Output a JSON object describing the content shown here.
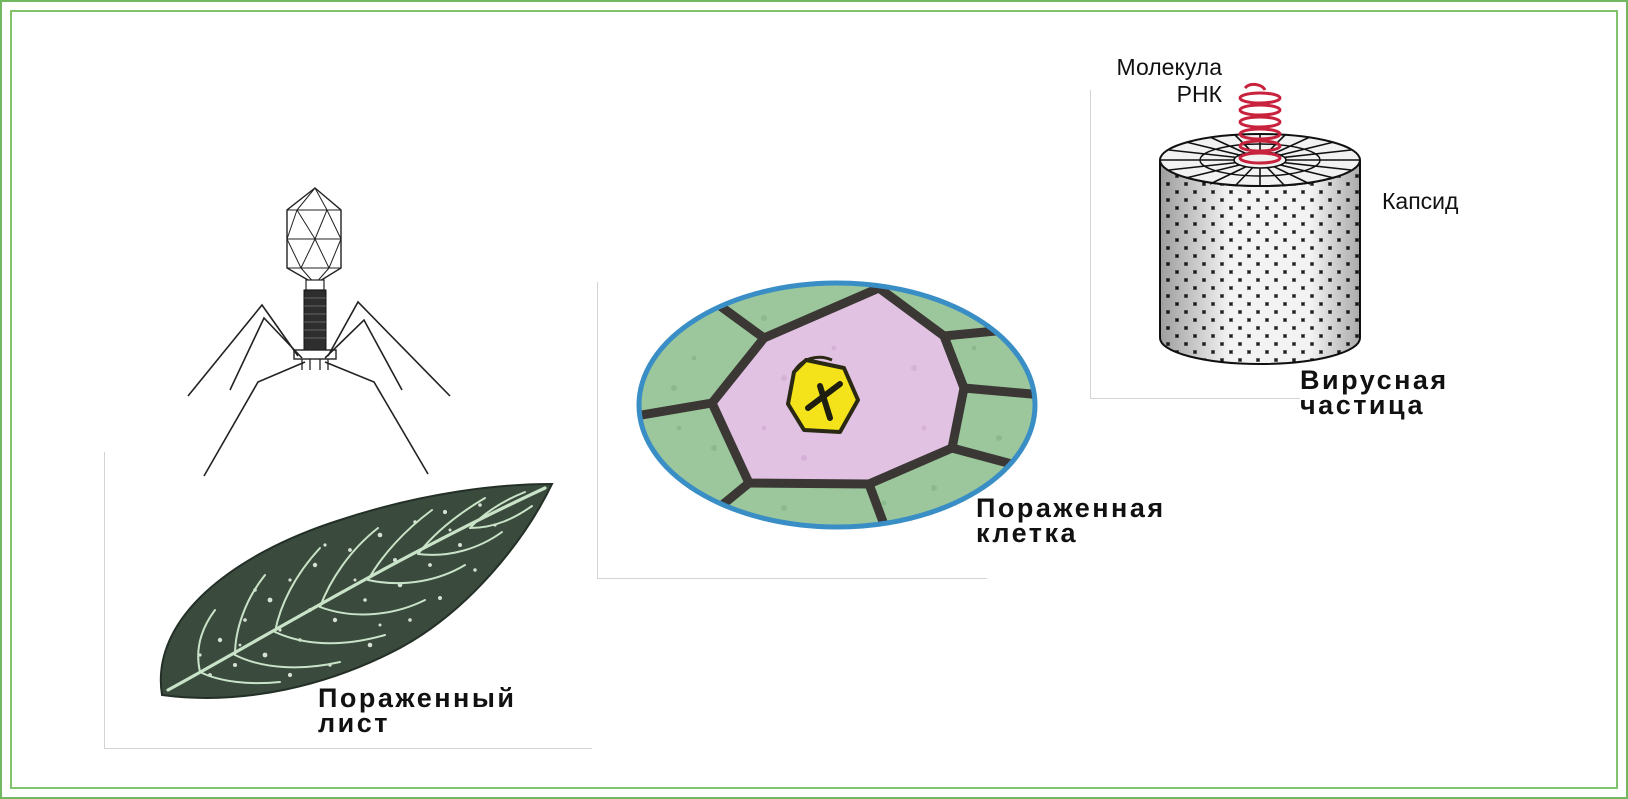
{
  "colors": {
    "frame": "#72b860",
    "leaf_dark": "#3a4a3c",
    "leaf_vein": "#c9e3c8",
    "cell_border": "#3a8ec6",
    "cell_green": "#9cc79c",
    "cytoplasm": "#e2c2e2",
    "nucleus": "#f4e21a",
    "rna": "#c8223c"
  },
  "labels": {
    "leaf": [
      "Пораженный",
      "лист"
    ],
    "cell": [
      "Пораженная",
      "клетка"
    ],
    "particle": [
      "Вирусная",
      "частица"
    ],
    "rna": [
      "Молекула",
      "РНК"
    ],
    "capsid": "Капсид"
  }
}
